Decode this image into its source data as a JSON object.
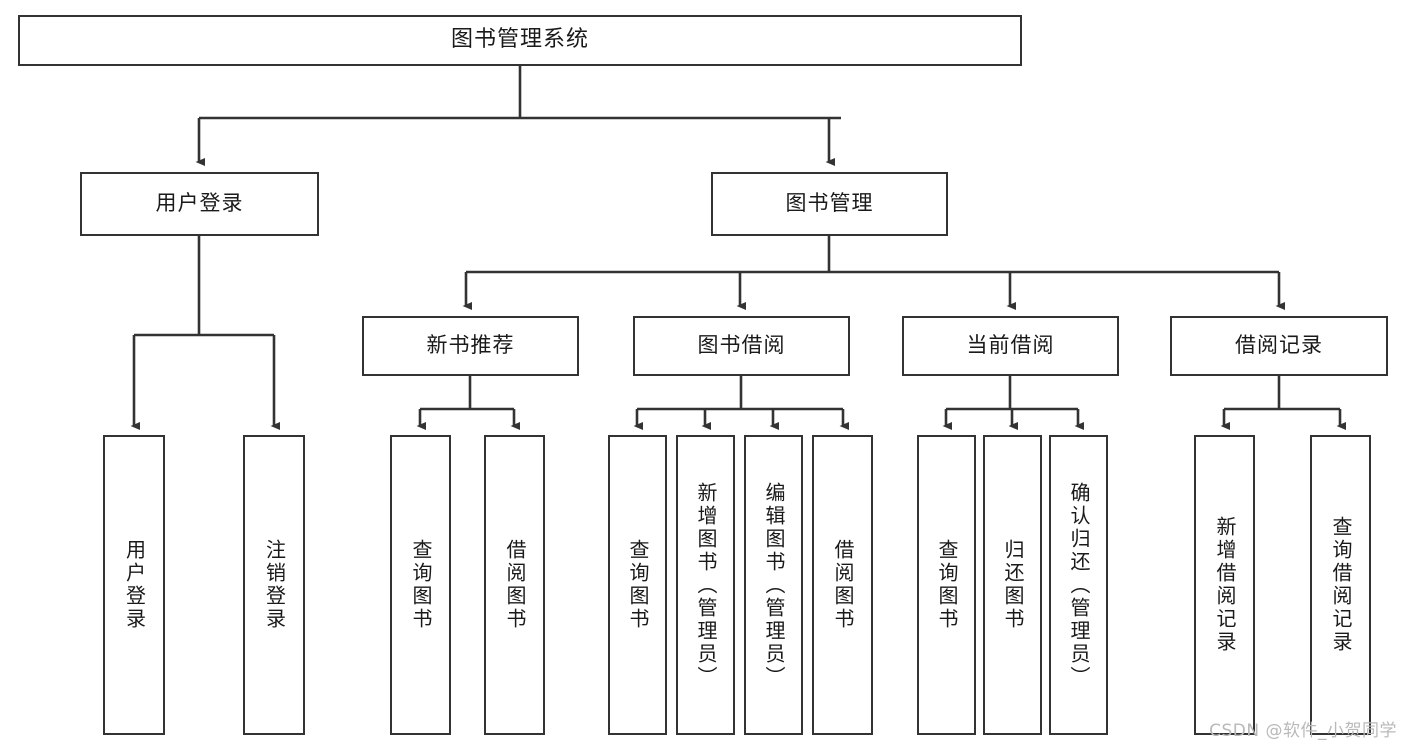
{
  "diagram": {
    "title": "图书管理系统",
    "type": "tree",
    "watermark": "CSDN @软件_小贺同学",
    "colors": {
      "box_border": "#333333",
      "box_fill": "#ffffff",
      "edge": "#333333",
      "text": "#1a1a1a",
      "watermark": "#b9b9b9",
      "background": "#ffffff"
    },
    "root": {
      "label": "图书管理系统"
    },
    "level2": [
      {
        "label": "用户登录"
      },
      {
        "label": "图书管理"
      }
    ],
    "level3": [
      {
        "label": "新书推荐"
      },
      {
        "label": "图书借阅"
      },
      {
        "label": "当前借阅"
      },
      {
        "label": "借阅记录"
      }
    ],
    "leaves": {
      "user_login": [
        {
          "label": "用户登录"
        },
        {
          "label": "注销登录"
        }
      ],
      "new_book_recommend": [
        {
          "label": "查询图书"
        },
        {
          "label": "借阅图书"
        }
      ],
      "book_borrow": [
        {
          "label": "查询图书"
        },
        {
          "label": "新增图书（管理员）"
        },
        {
          "label": "编辑图书（管理员）"
        },
        {
          "label": "借阅图书"
        }
      ],
      "current_borrow": [
        {
          "label": "查询图书"
        },
        {
          "label": "归还图书"
        },
        {
          "label": "确认归还（管理员）"
        }
      ],
      "borrow_record": [
        {
          "label": "新增借阅记录"
        },
        {
          "label": "查询借阅记录"
        }
      ]
    }
  }
}
